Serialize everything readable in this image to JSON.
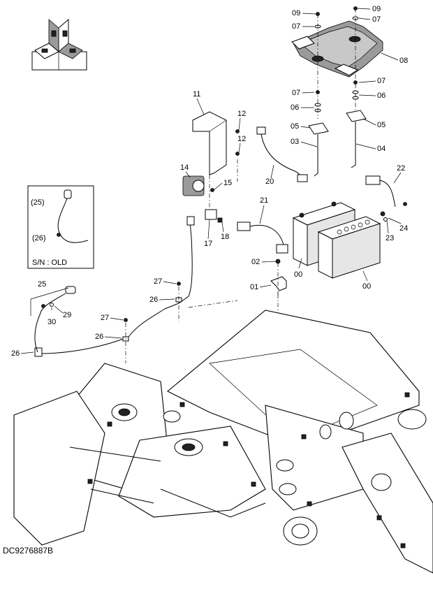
{
  "drawing_code": "DC9276887B",
  "inset": {
    "serial_label": "S/N : OLD",
    "labels": [
      "(25)",
      "(26)"
    ]
  },
  "part_labels": [
    {
      "id": "p09a",
      "text": "09"
    },
    {
      "id": "p09b",
      "text": "09"
    },
    {
      "id": "p07a",
      "text": "07"
    },
    {
      "id": "p07b",
      "text": "07"
    },
    {
      "id": "p08",
      "text": "08"
    },
    {
      "id": "p07c",
      "text": "07"
    },
    {
      "id": "p07d",
      "text": "07"
    },
    {
      "id": "p06a",
      "text": "06"
    },
    {
      "id": "p06b",
      "text": "06"
    },
    {
      "id": "p05a",
      "text": "05"
    },
    {
      "id": "p05b",
      "text": "05"
    },
    {
      "id": "p03",
      "text": "03"
    },
    {
      "id": "p04",
      "text": "04"
    },
    {
      "id": "p11",
      "text": "11"
    },
    {
      "id": "p12a",
      "text": "12"
    },
    {
      "id": "p12b",
      "text": "12"
    },
    {
      "id": "p14",
      "text": "14"
    },
    {
      "id": "p15",
      "text": "15"
    },
    {
      "id": "p20",
      "text": "20"
    },
    {
      "id": "p21",
      "text": "21"
    },
    {
      "id": "p22",
      "text": "22"
    },
    {
      "id": "p17",
      "text": "17"
    },
    {
      "id": "p18",
      "text": "18"
    },
    {
      "id": "p23",
      "text": "23"
    },
    {
      "id": "p24",
      "text": "24"
    },
    {
      "id": "p02",
      "text": "02"
    },
    {
      "id": "p01",
      "text": "01"
    },
    {
      "id": "p00a",
      "text": "00"
    },
    {
      "id": "p00b",
      "text": "00"
    },
    {
      "id": "p25",
      "text": "25"
    },
    {
      "id": "p29",
      "text": "29"
    },
    {
      "id": "p30",
      "text": "30"
    },
    {
      "id": "p27a",
      "text": "27"
    },
    {
      "id": "p26a",
      "text": "26"
    },
    {
      "id": "p27b",
      "text": "27"
    },
    {
      "id": "p26b",
      "text": "26"
    },
    {
      "id": "p26c",
      "text": "26"
    }
  ]
}
